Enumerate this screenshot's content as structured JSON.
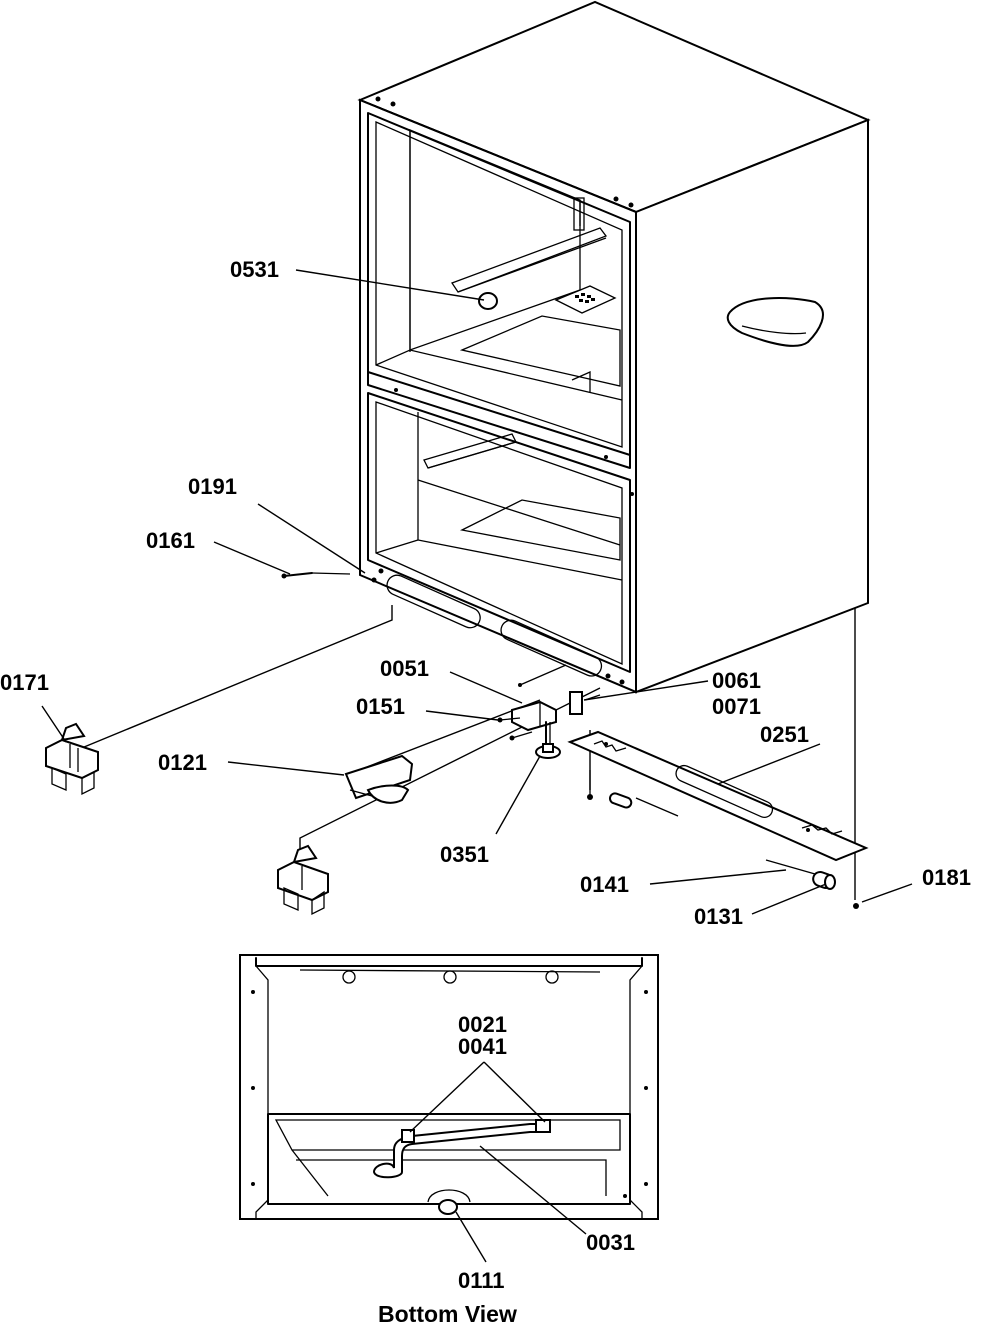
{
  "callouts": [
    {
      "id": "0531",
      "text": "0531"
    },
    {
      "id": "0191",
      "text": "0191"
    },
    {
      "id": "0161",
      "text": "0161"
    },
    {
      "id": "0171",
      "text": "0171"
    },
    {
      "id": "0051",
      "text": "0051"
    },
    {
      "id": "0061",
      "text": "0061"
    },
    {
      "id": "0071",
      "text": "0071"
    },
    {
      "id": "0151",
      "text": "0151"
    },
    {
      "id": "0251",
      "text": "0251"
    },
    {
      "id": "0121",
      "text": "0121"
    },
    {
      "id": "0351",
      "text": "0351"
    },
    {
      "id": "0181",
      "text": "0181"
    },
    {
      "id": "0141",
      "text": "0141"
    },
    {
      "id": "0131",
      "text": "0131"
    },
    {
      "id": "0021",
      "text": "0021"
    },
    {
      "id": "0041",
      "text": "0041"
    },
    {
      "id": "0031",
      "text": "0031"
    },
    {
      "id": "0111",
      "text": "0111"
    }
  ],
  "caption": "Bottom View"
}
